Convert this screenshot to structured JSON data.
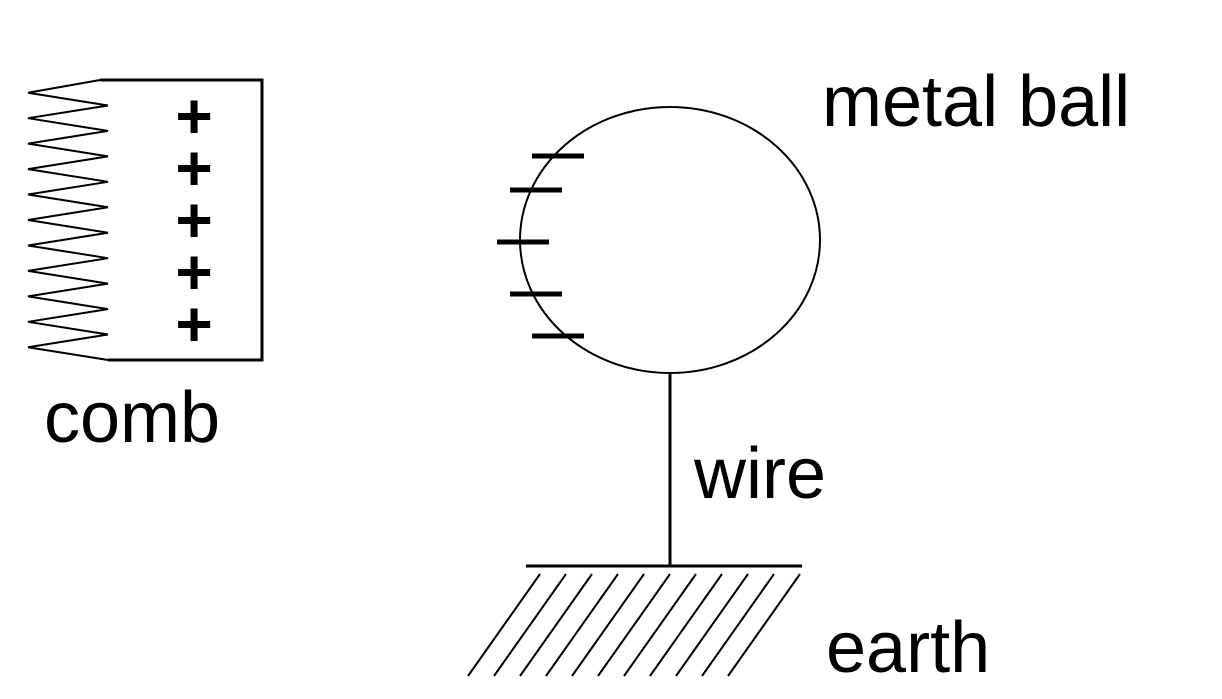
{
  "labels": {
    "metal_ball": "metal ball",
    "comb": "comb",
    "wire": "wire",
    "earth": "earth"
  },
  "comb": {
    "charges": [
      "+",
      "+",
      "+",
      "+",
      "+"
    ],
    "teeth_count": 11
  },
  "ball": {
    "negative_charge_count": 5
  },
  "colors": {
    "ink": "#000000",
    "background": "#ffffff"
  }
}
